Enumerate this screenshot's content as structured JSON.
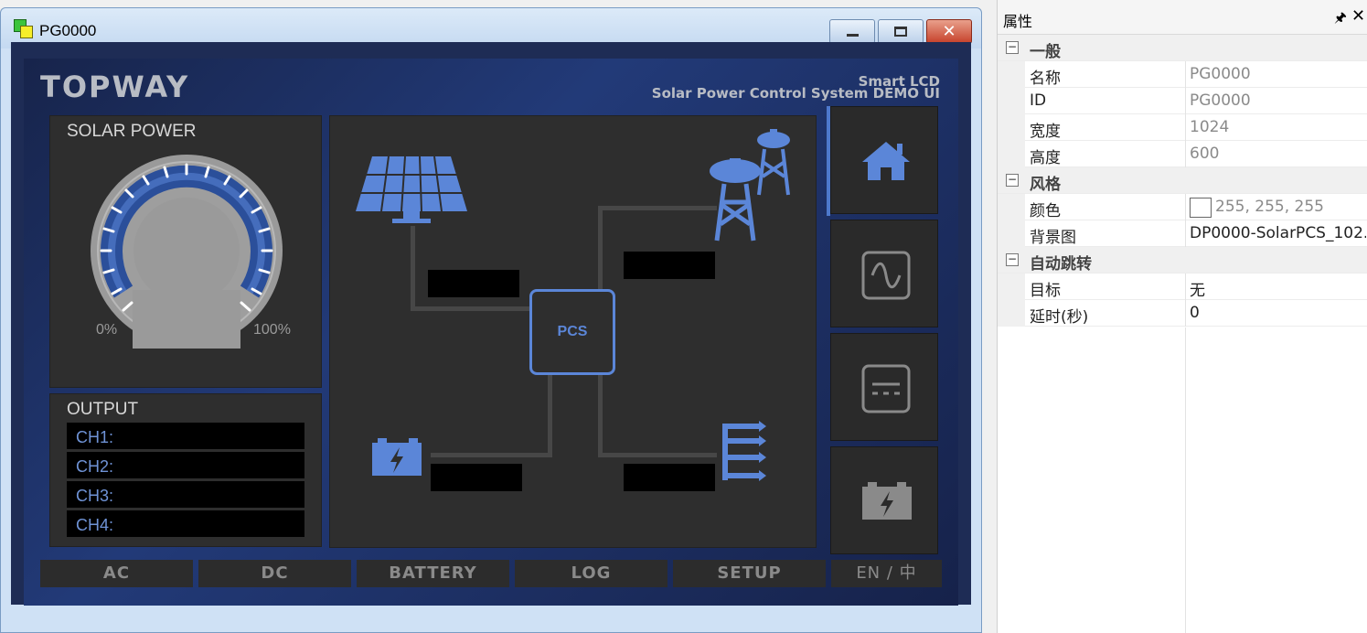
{
  "window": {
    "title": "PG0000",
    "close_glyph": "✕",
    "buttons": [
      "minimize-icon",
      "maximize-icon",
      "close-icon"
    ]
  },
  "lcd": {
    "brand": "TOPWAY",
    "brand_sub1": "Smart LCD",
    "brand_sub2": "Solar Power Control System DEMO UI",
    "solar_title": "SOLAR POWER",
    "gauge_min": "0%",
    "gauge_max": "100%",
    "output_title": "OUTPUT",
    "channels": [
      "CH1:",
      "CH2:",
      "CH3:",
      "CH4:"
    ],
    "pcs_label": "PCS",
    "icons": [
      "solar-panel-icon",
      "power-tower-icon",
      "battery-icon",
      "distribution-icon"
    ],
    "nav_icons": [
      "home-icon",
      "ac-wave-icon",
      "dc-icon",
      "battery-icon"
    ],
    "tabs": [
      "AC",
      "DC",
      "BATTERY",
      "LOG",
      "SETUP",
      "EN / 中"
    ],
    "colors": {
      "accent": "#5b86d8",
      "panel": "#2e2e2e",
      "screen": "#223a78"
    }
  },
  "props": {
    "title": "属性",
    "pin_glyph": "🖈",
    "close_glyph": "✕",
    "collapse_glyph": "−",
    "cat_general": "一般",
    "name_key": "名称",
    "name_val": "PG0000",
    "id_key": "ID",
    "id_val": "PG0000",
    "width_key": "宽度",
    "width_val": "1024",
    "height_key": "高度",
    "height_val": "600",
    "cat_style": "风格",
    "color_key": "颜色",
    "color_val": "255, 255, 255",
    "bg_key": "背景图",
    "bg_val": "DP0000-SolarPCS_102...",
    "cat_auto": "自动跳转",
    "target_key": "目标",
    "target_val": "无",
    "delay_key": "延时(秒)",
    "delay_val": "0"
  }
}
